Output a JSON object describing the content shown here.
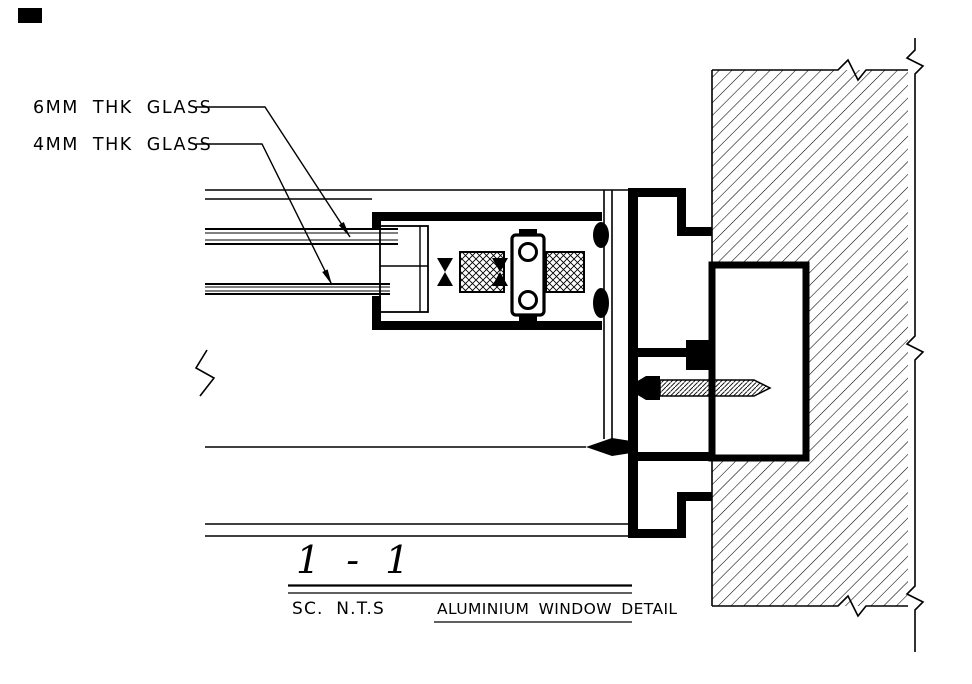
{
  "drawing": {
    "annotations": {
      "glass6_label": "6MM THK GLASS",
      "glass4_label": "4MM THK GLASS"
    },
    "title_block": {
      "section_mark": "1 - 1",
      "scale_label": "SC. N.T.S",
      "drawing_title": "ALUMINIUM WINDOW DETAIL"
    },
    "colors": {
      "line": "#000000",
      "background": "#ffffff"
    }
  }
}
